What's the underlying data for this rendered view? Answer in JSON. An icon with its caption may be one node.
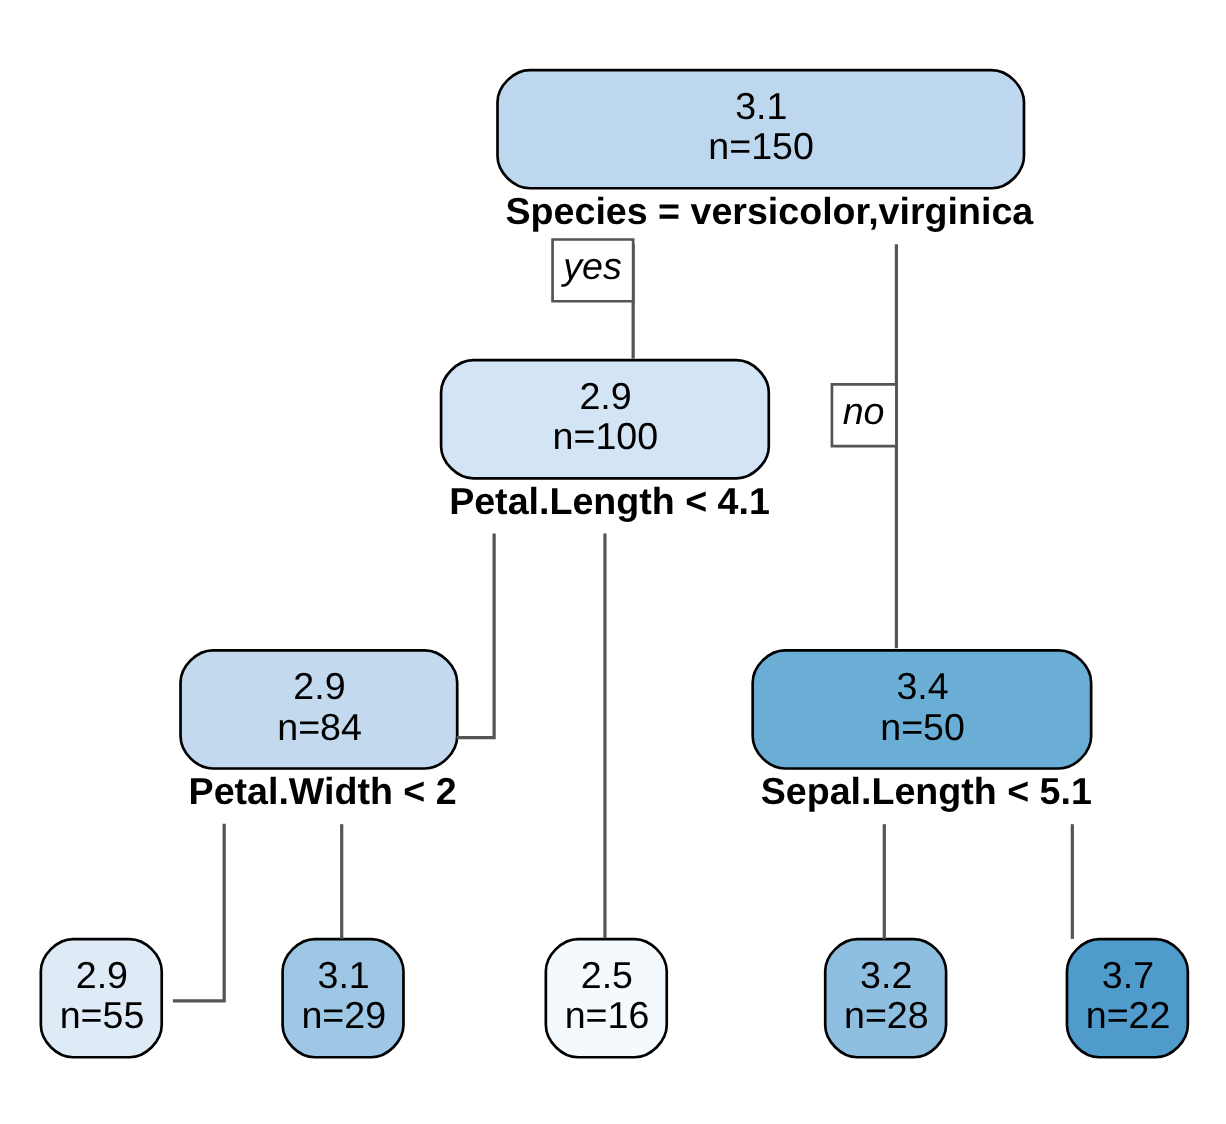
{
  "diagram": {
    "nodes": [
      {
        "text": [
          "3.1",
          "n=150"
        ],
        "beside": [
          "Species = versicolor,virginica"
        ]
      },
      {
        "text": [
          "2.9",
          "n=100"
        ],
        "beside": [
          "Petal.Length < 4.1"
        ]
      },
      {
        "text": [
          "3.4",
          "n=50"
        ],
        "beside": [
          "Sepal.Length < 5.1"
        ]
      },
      {
        "text": [
          "2.9",
          "n=84"
        ],
        "beside": [
          "Petal.Width < 2"
        ]
      },
      {
        "text": [
          "2.5",
          "n=16"
        ]
      },
      {
        "text": [
          "2.9",
          "n=55"
        ]
      },
      {
        "text": [
          "3.1",
          "n=29"
        ]
      },
      {
        "text": [
          "3.2",
          "n=28"
        ]
      },
      {
        "text": [
          "3.7",
          "n=22"
        ]
      }
    ],
    "edges": [
      {
        "from": 0,
        "to": 1,
        "arrow": "none",
        "label": "yes"
      },
      {
        "from": 0,
        "to": 2,
        "arrow": "none",
        "label": "no"
      },
      {
        "from": 1,
        "to": 4,
        "arrow": "none"
      },
      {
        "from": 1,
        "to": 3,
        "arrow": "none"
      },
      {
        "from": 3,
        "to": 5,
        "arrow": "none"
      },
      {
        "from": 3,
        "to": 6,
        "arrow": "none"
      },
      {
        "from": 2,
        "to": 7,
        "arrow": "none"
      },
      {
        "from": 2,
        "to": 8,
        "arrow": "none"
      }
    ]
  }
}
